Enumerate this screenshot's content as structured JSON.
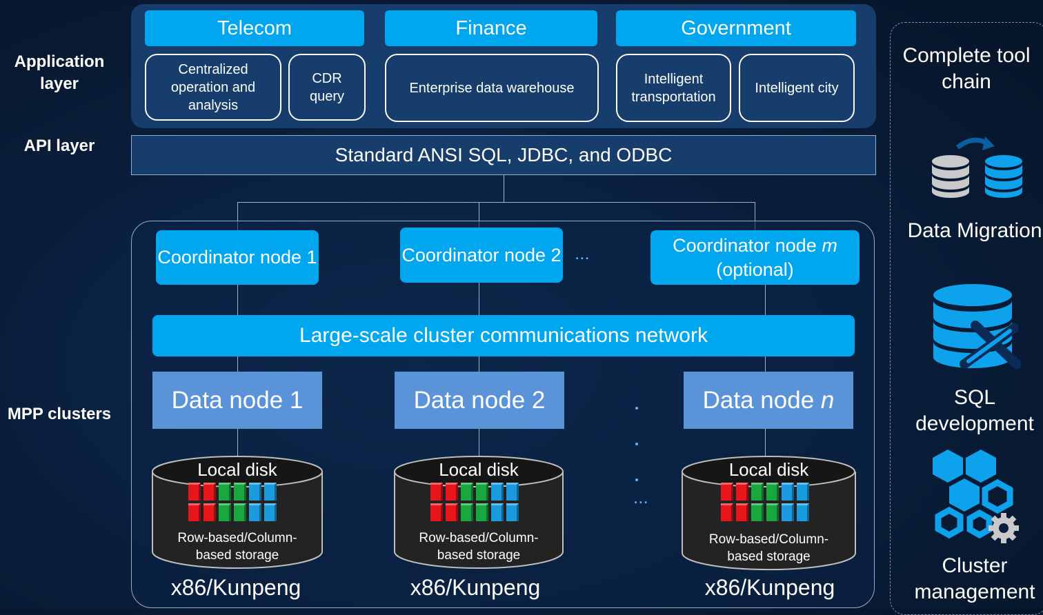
{
  "layers": {
    "application": "Application layer",
    "api": "API layer",
    "mpp": "MPP clusters"
  },
  "application": {
    "categories": [
      "Telecom",
      "Finance",
      "Government"
    ],
    "telecom_items": [
      "Centralized operation and analysis",
      "CDR query"
    ],
    "finance_items": [
      "Enterprise data warehouse"
    ],
    "government_items": [
      "Intelligent transportation",
      "Intelligent city"
    ]
  },
  "api_bar": "Standard ANSI SQL, JDBC, and ODBC",
  "coordinators": {
    "node1": "Coordinator node 1",
    "node2": "Coordinator node 2",
    "node_m_prefix": "Coordinator node ",
    "node_m_var": "m",
    "node_m_suffix": "(optional)",
    "ellipsis": "..."
  },
  "network": "Large-scale cluster communications network",
  "data_nodes": {
    "node1": "Data node 1",
    "node2": "Data node 2",
    "node_n_prefix": "Data node ",
    "node_n_var": "n"
  },
  "storage": {
    "disk_label": "Local disk",
    "storage_label": "Row-based/Column-based storage",
    "platform": "x86/Kunpeng",
    "colors": [
      "#e8151b",
      "#19a83f",
      "#1a9be0"
    ]
  },
  "toolchain": {
    "title": "Complete tool chain",
    "tools": [
      "Data Migration",
      "SQL development",
      "Cluster management"
    ],
    "icons": [
      "database-migration-icon",
      "sql-development-icon",
      "cluster-management-icon"
    ]
  }
}
